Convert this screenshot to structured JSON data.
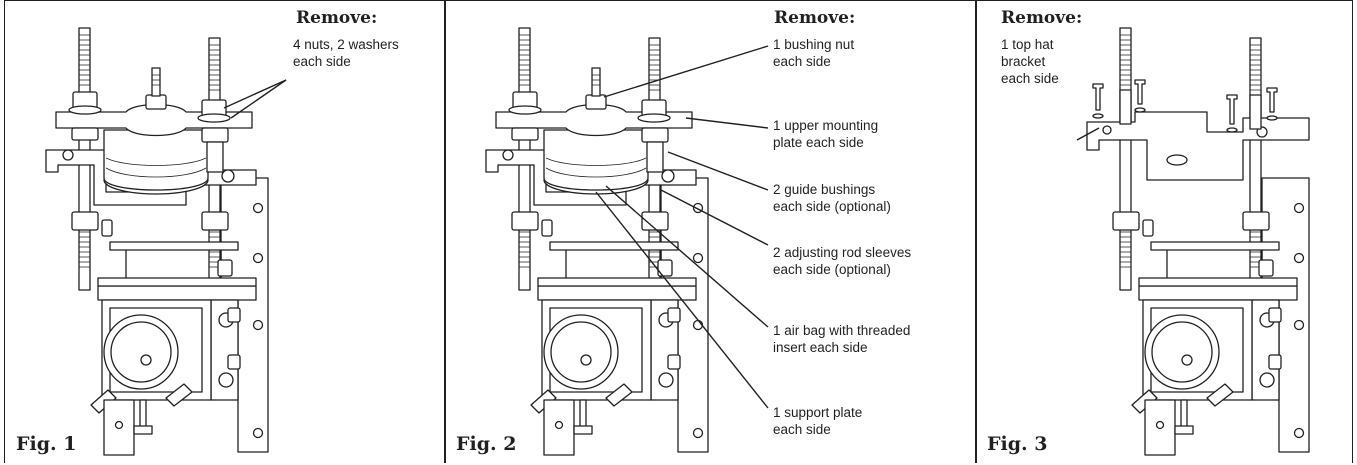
{
  "figures": [
    {
      "label": "Fig. 1",
      "title": "Remove:",
      "callouts": [
        "4 nuts, 2 washers\neach side"
      ]
    },
    {
      "label": "Fig. 2",
      "title": "Remove:",
      "callouts": [
        "1 bushing nut\neach side",
        "1 upper mounting\nplate each side",
        "2 guide bushings\neach side (optional)",
        "2 adjusting rod sleeves\neach side (optional)",
        "1 air bag with threaded\ninsert each side",
        "1 support plate\neach side"
      ]
    },
    {
      "label": "Fig. 3",
      "title": "Remove:",
      "callouts": [
        "1 top hat\nbracket\neach side"
      ]
    }
  ]
}
